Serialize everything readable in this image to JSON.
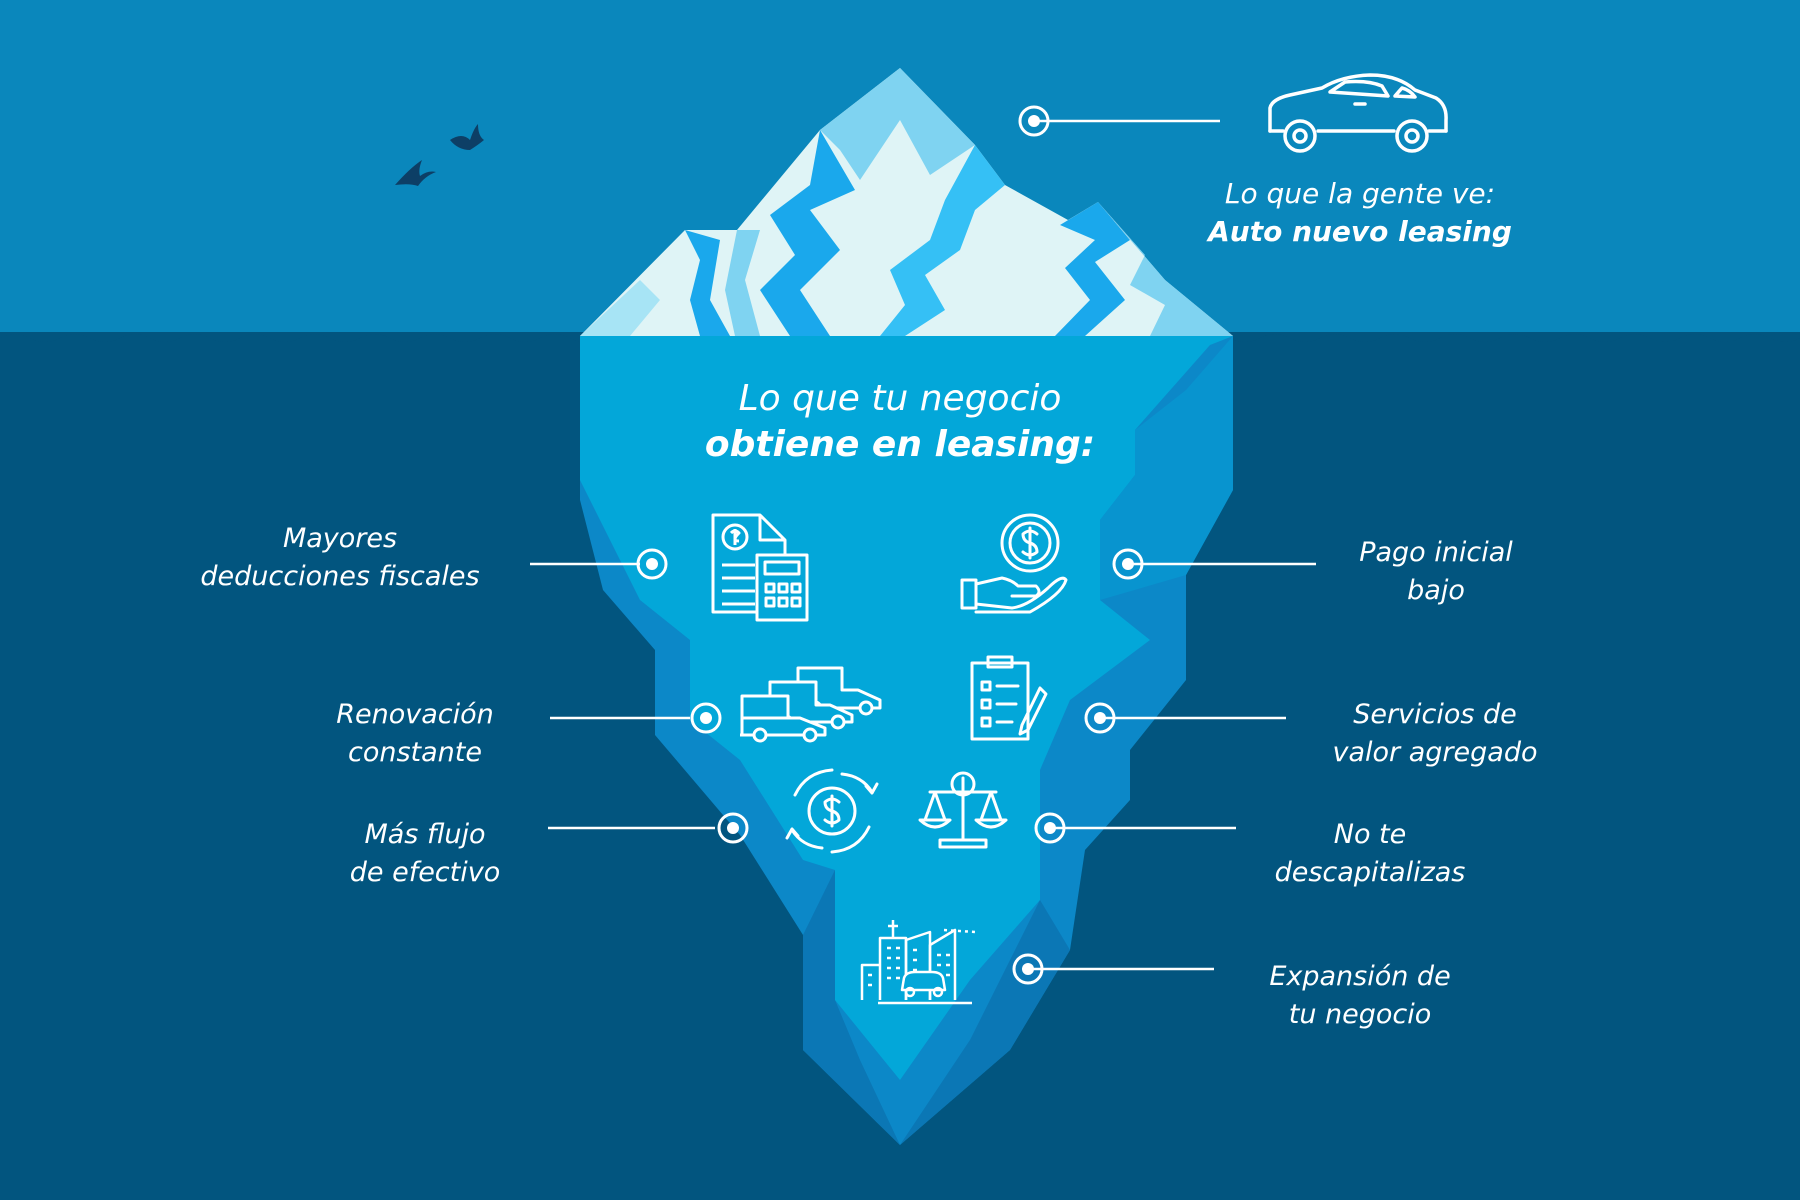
{
  "top_caption": {
    "line1": "Lo que la gente ve:",
    "line2": "Auto nuevo leasing"
  },
  "middle_title": {
    "line1": "Lo que tu negocio",
    "line2": "obtiene en leasing:"
  },
  "benefits": {
    "deducciones": {
      "line1": "Mayores",
      "line2": "deducciones fiscales"
    },
    "renovacion": {
      "line1": "Renovación",
      "line2": "constante"
    },
    "flujo": {
      "line1": "Más flujo",
      "line2": "de efectivo"
    },
    "pago": {
      "line1": "Pago inicial",
      "line2": "bajo"
    },
    "servicios": {
      "line1": "Servicios de",
      "line2": "valor agregado"
    },
    "descapitalizas": {
      "line1": "No te",
      "line2": "descapitalizas"
    },
    "expansion": {
      "line1": "Expansión de",
      "line2": "tu negocio"
    }
  },
  "icons": {
    "car": "car-icon",
    "tax_document": "tax-document-calculator-icon",
    "hand_coin": "hand-coin-icon",
    "fleet": "truck-fleet-icon",
    "checklist": "checklist-pen-icon",
    "cash_cycle": "cash-cycle-icon",
    "scale": "balance-scale-icon",
    "city": "city-expansion-icon"
  },
  "colors": {
    "sky": "#0a87bc",
    "deep_water": "#02557f",
    "ice_light": "#dff4f6",
    "ice_mid": "#7fd3f1",
    "ice_bright": "#1aa8ec",
    "underwater_ice": "#03a7d9",
    "underwater_shadow": "#0c88c8",
    "line": "#ffffff"
  }
}
